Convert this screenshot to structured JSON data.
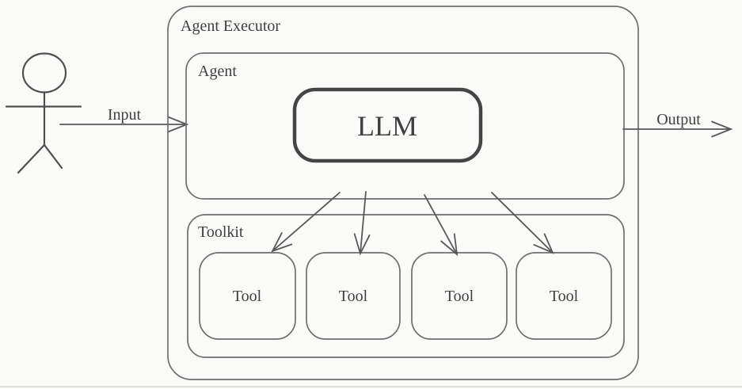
{
  "colors": {
    "bg": "#fafaf9",
    "line": "#6f6f6f",
    "arrow": "#585858",
    "text": "#3f3f3f",
    "llm-border": "#454545",
    "figure": "#4f4f4f",
    "edge": "#d5d5d2"
  },
  "diagram": {
    "agent_executor_label": "Agent Executor",
    "agent_label": "Agent",
    "llm_label": "LLM",
    "toolkit_label": "Toolkit",
    "input_label": "Input",
    "output_label": "Output",
    "tools": [
      {
        "label": "Tool"
      },
      {
        "label": "Tool"
      },
      {
        "label": "Tool"
      },
      {
        "label": "Tool"
      }
    ]
  }
}
